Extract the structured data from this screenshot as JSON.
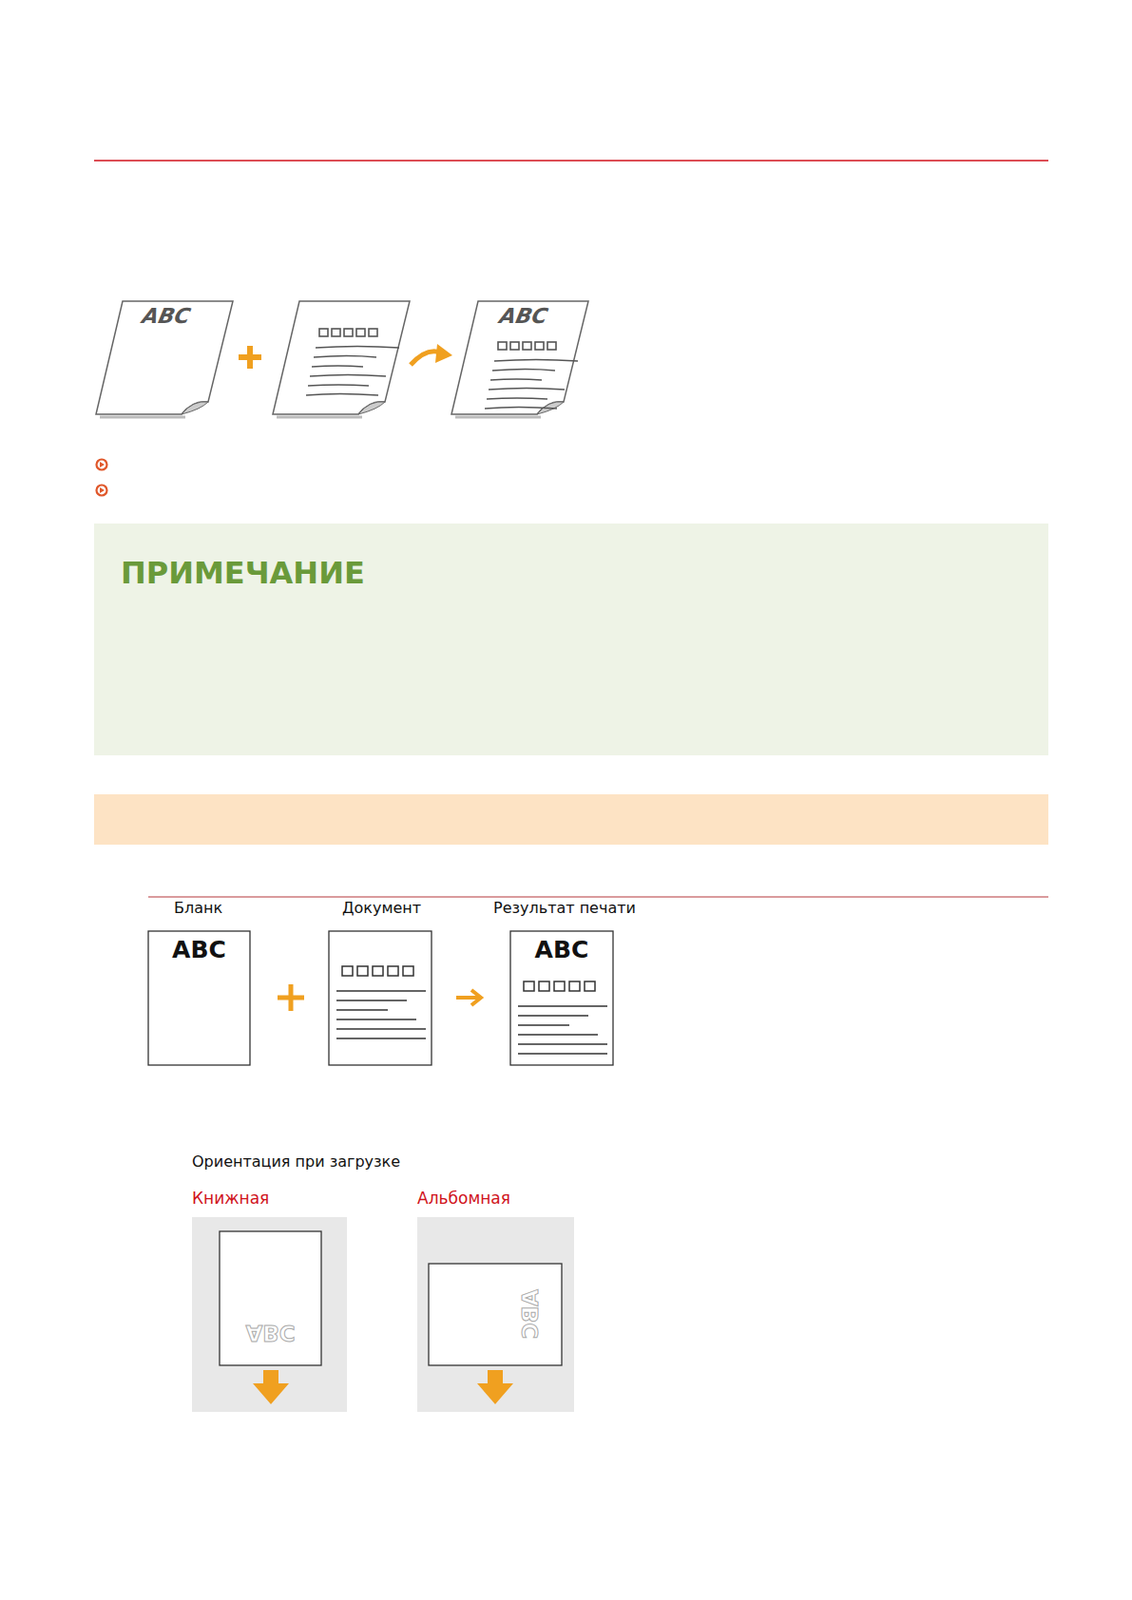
{
  "diagram": {
    "nodes": [
      {
        "text": [
          "ПРИМЕЧАНИЕ"
        ]
      },
      {
        "text": [
          "ABC"
        ]
      },
      {
        "text": [
          "ABC"
        ]
      },
      {
        "text": [
          "ABC"
        ]
      },
      {
        "text": [
          "ABC"
        ]
      },
      {
        "text": [
          "ABC"
        ]
      },
      {
        "text": [
          "ABC"
        ]
      }
    ],
    "labels": [
      "Бланк",
      "Документ",
      "Результат печати",
      "Ориентация при загрузке",
      "Книжная",
      "Альбомная"
    ]
  }
}
